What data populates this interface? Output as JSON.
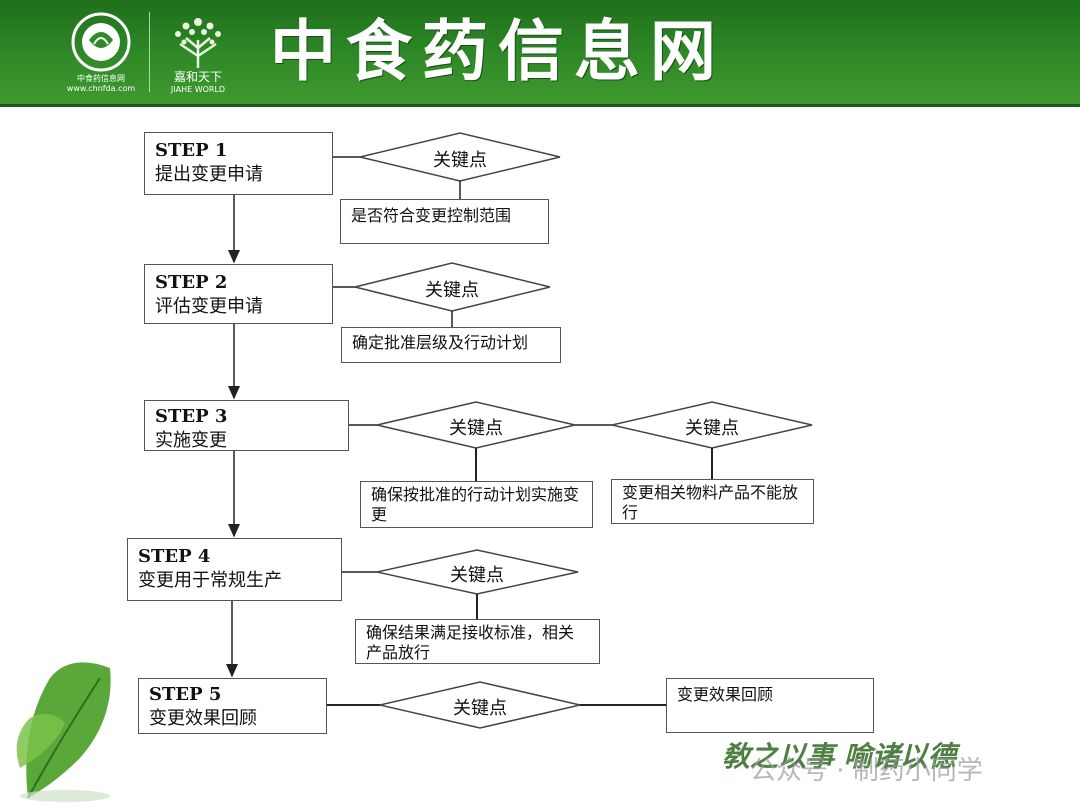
{
  "header": {
    "brand_title": "中食药信息网",
    "logo1_caption": "中食药信息网",
    "logo1_url": "www.chnfda.com",
    "logo2_caption": "嘉和天下",
    "logo2_sub": "JIAHE WORLD"
  },
  "steps": [
    {
      "label": "STEP 1",
      "text": "提出变更申请"
    },
    {
      "label": "STEP 2",
      "text": "评估变更申请"
    },
    {
      "label": "STEP 3",
      "text": "实施变更"
    },
    {
      "label": "STEP 4",
      "text": "变更用于常规生产"
    },
    {
      "label": "STEP 5",
      "text": "变更效果回顾"
    }
  ],
  "key_point_label": "关键点",
  "notes": {
    "s1": "是否符合变更控制范围",
    "s2": "确定批准层级及行动计划",
    "s3a": "确保按批准的行动计划实施变更",
    "s3b": "变更相关物料产品不能放行",
    "s4": "确保结果满足接收标准，相关产品放行",
    "s5": "变更效果回顾"
  },
  "footer": {
    "slogan": "敎之以事 喻诸以德",
    "watermark": "公众号 · 制药小同学"
  },
  "colors": {
    "header_green": "#2f8a27",
    "line": "#222222",
    "box_border": "#555555"
  }
}
